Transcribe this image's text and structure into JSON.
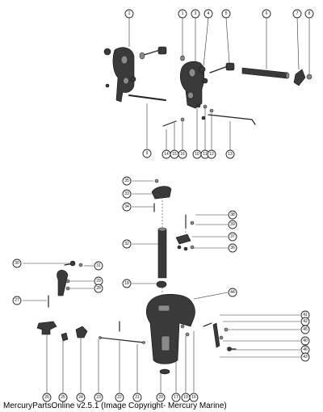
{
  "credit": "MercuryPartsOnline v2.5.1 (Image Copyright- Mercury Marine)",
  "callouts": [
    "1",
    "2",
    "3",
    "4",
    "5",
    "6",
    "7",
    "8",
    "9",
    "10",
    "11",
    "12",
    "13",
    "14",
    "15",
    "16",
    "17",
    "18",
    "19",
    "20",
    "21",
    "22",
    "23",
    "24",
    "25",
    "26",
    "27",
    "28",
    "29",
    "30",
    "31",
    "32",
    "33",
    "34",
    "35",
    "36",
    "37",
    "38",
    "39",
    "40",
    "41",
    "42",
    "43",
    "44",
    "45",
    "46"
  ]
}
